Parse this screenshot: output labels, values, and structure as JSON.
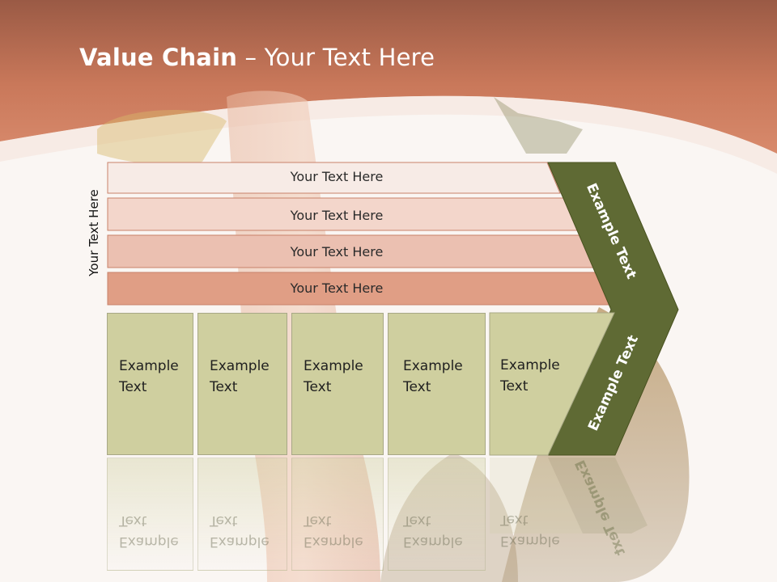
{
  "title": {
    "bold": "Value Chain",
    "regular": " – Your Text Here"
  },
  "side_label": "Your Text Here",
  "rows": [
    {
      "label": "Your Text Here",
      "fill": "#f7ebe6"
    },
    {
      "label": "Your Text Here",
      "fill": "#f3d6cb"
    },
    {
      "label": "Your Text Here",
      "fill": "#ebc0b1"
    },
    {
      "label": "Your Text Here",
      "fill": "#e09e85"
    }
  ],
  "boxes": [
    {
      "line1": "Example",
      "line2": "Text"
    },
    {
      "line1": "Example",
      "line2": "Text"
    },
    {
      "line1": "Example",
      "line2": "Text"
    },
    {
      "line1": "Example",
      "line2": "Text"
    },
    {
      "line1": "Example",
      "line2": "Text"
    }
  ],
  "chevron": {
    "upper_label": "Example Text",
    "lower_label": "Example Text",
    "fill": "#5f6a34"
  },
  "colors": {
    "header": "#c9785a",
    "box_fill": "#cfcf9f",
    "background": "#faf6f3"
  }
}
